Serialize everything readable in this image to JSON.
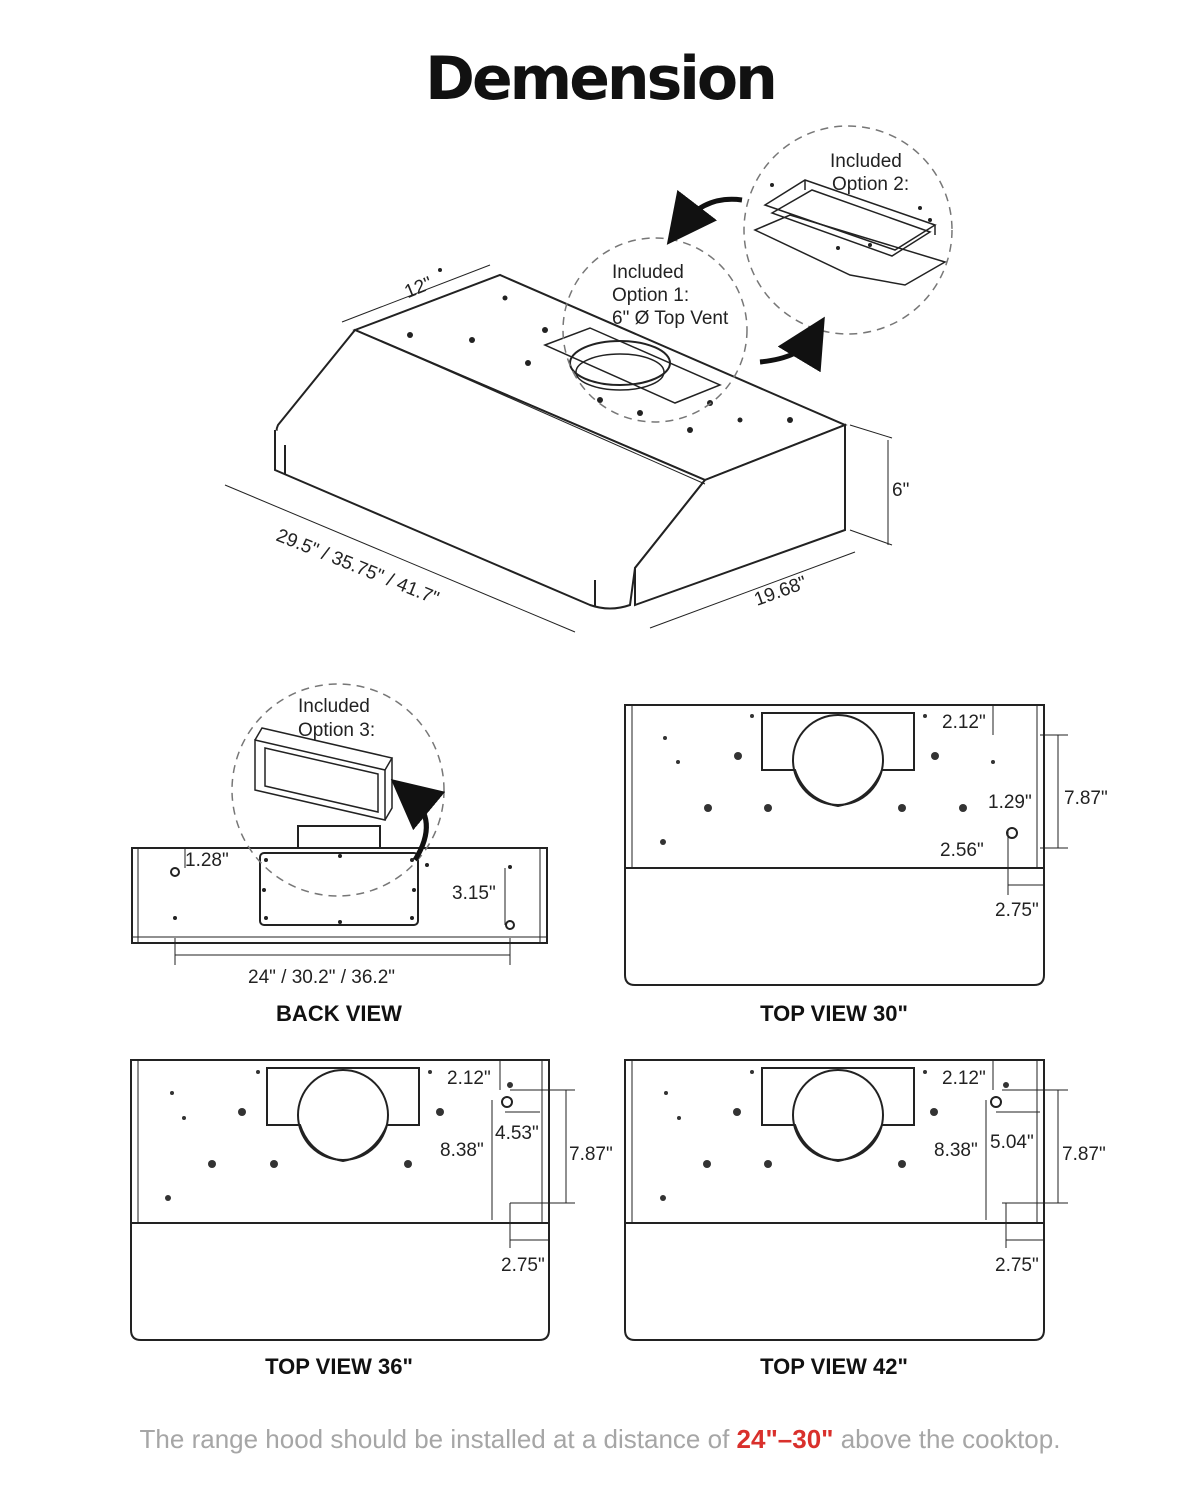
{
  "title": "Demension",
  "isometric": {
    "depth": "12\"",
    "width": "29.5\" / 35.75\" / 41.7\"",
    "side_depth": "19.68\"",
    "height": "6\"",
    "option1": [
      "Included",
      "Option 1:",
      "6\" Ø Top Vent"
    ],
    "option2": [
      "Included",
      "Option 2:"
    ]
  },
  "back_view": {
    "caption": "BACK VIEW",
    "option3": [
      "Included",
      "Option 3:"
    ],
    "dims": {
      "hole": "1.28\"",
      "side": "3.15\"",
      "span": "24\" / 30.2\" / 36.2\""
    }
  },
  "top_view_30": {
    "caption": "TOP VIEW 30\"",
    "dims": {
      "a": "2.12\"",
      "b": "1.29\"",
      "c": "7.87\"",
      "d": "2.56\"",
      "e": "2.75\""
    }
  },
  "top_view_36": {
    "caption": "TOP VIEW 36\"",
    "dims": {
      "a": "2.12\"",
      "b": "4.53\"",
      "c": "8.38\"",
      "d": "7.87\"",
      "e": "2.75\""
    }
  },
  "top_view_42": {
    "caption": "TOP VIEW 42\"",
    "dims": {
      "a": "2.12\"",
      "b": "5.04\"",
      "c": "8.38\"",
      "d": "7.87\"",
      "e": "2.75\""
    }
  },
  "footer": {
    "before": "The range hood should be installed at a distance of ",
    "highlight": "24\"–30\"",
    "after": " above the cooktop."
  },
  "colors": {
    "highlight": "#d9302c",
    "footer_text": "#a6a6a6",
    "line": "#222222"
  }
}
